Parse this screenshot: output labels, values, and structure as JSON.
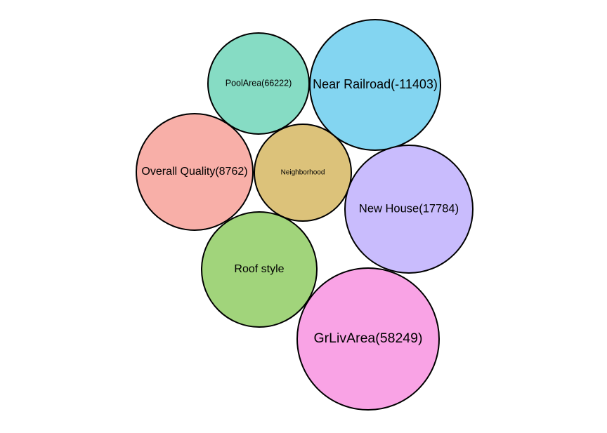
{
  "chart_data": {
    "type": "packed-bubble",
    "title": "",
    "xlabel": "",
    "ylabel": "",
    "legend": "none",
    "grid": false,
    "bubbles": [
      {
        "label": "PoolArea(66222)",
        "color": "#86DCC4"
      },
      {
        "label": "Near Railroad(-11403)",
        "color": "#83D5F1"
      },
      {
        "label": "Overall Quality(8762)",
        "color": "#F8AFA8"
      },
      {
        "label": "Neighborhood",
        "color": "#DCC27A"
      },
      {
        "label": "New House(17784)",
        "color": "#C9BCFD"
      },
      {
        "label": "Roof style",
        "color": "#A1D47B"
      },
      {
        "label": "GrLivArea(58249)",
        "color": "#F9A3E5"
      }
    ]
  }
}
